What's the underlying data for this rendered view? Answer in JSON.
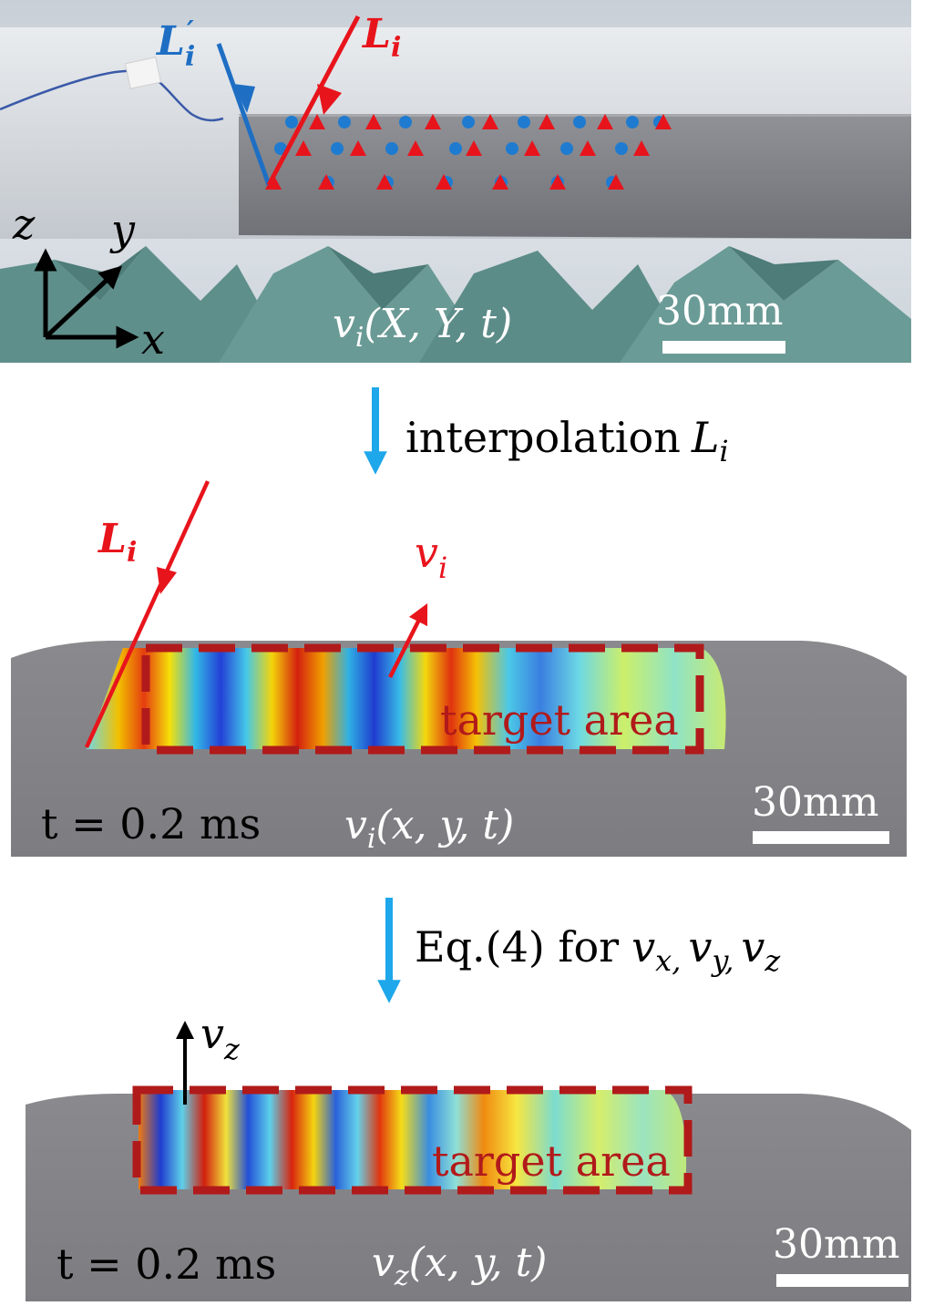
{
  "panel1": {
    "laser_primary": "L",
    "laser_primary_sub": "i",
    "laser_alt": "L",
    "laser_alt_sup": "′",
    "laser_alt_sub": "i",
    "axis_z": "z",
    "axis_y": "y",
    "axis_x": "x",
    "field_label": "v",
    "field_sub": "i",
    "field_args": "(X, Y, t)",
    "scale_bar": "30mm"
  },
  "step1": {
    "text": "interpolation",
    "math": "L",
    "math_sub": "i"
  },
  "panel2": {
    "laser": "L",
    "laser_sub": "i",
    "vector": "v",
    "vector_sub": "i",
    "target": "target area",
    "time": "t = 0.2 ms",
    "field_label": "v",
    "field_sub": "i",
    "field_args": "(x, y, t)",
    "scale_bar": "30mm"
  },
  "step2": {
    "text": "Eq.(4) for",
    "comps": [
      {
        "v": "v",
        "sub": "x",
        "sep": ","
      },
      {
        "v": "v",
        "sub": "y",
        "sep": ","
      },
      {
        "v": "v",
        "sub": "z",
        "sep": ""
      }
    ]
  },
  "panel3": {
    "vector": "v",
    "vector_sub": "z",
    "target": "target area",
    "time": "t = 0.2 ms",
    "field_label": "v",
    "field_sub": "z",
    "field_args": "(x, y, t)",
    "scale_bar": "30mm"
  },
  "colors": {
    "laser_red": "#e8141c",
    "laser_blue": "#1e6fc4",
    "dot_blue": "#1f7bd0",
    "target_border": "#b11a1a",
    "target_text": "#b11a1a",
    "arrow_blue": "#1ea7ea",
    "plate_gray": "#7b7b7f"
  }
}
